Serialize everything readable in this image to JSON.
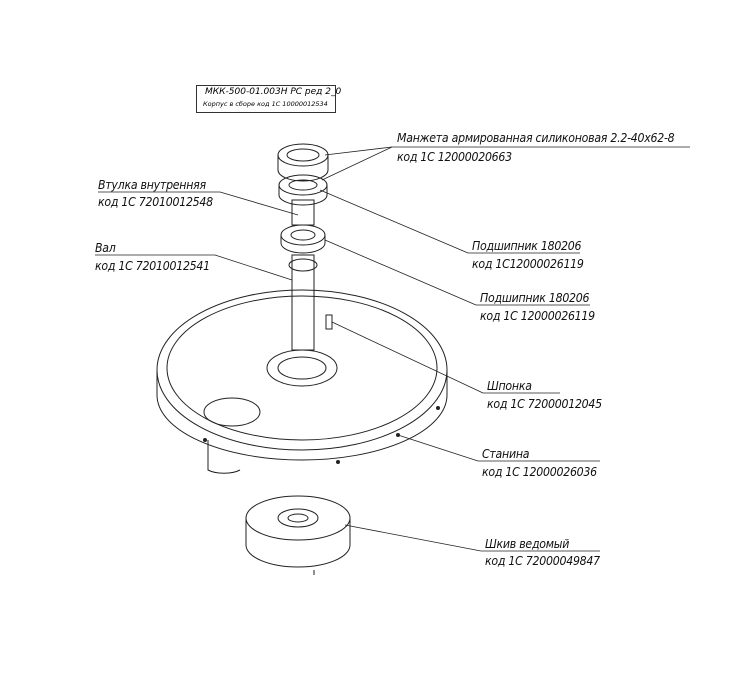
{
  "title_block": {
    "line1": "МКК-500-01.003Н РС ред 2_0",
    "line2": "Корпус в сборе код 1С 10000012534"
  },
  "callouts": [
    {
      "name": "Манжета армированная силиконовая 2.2-40х62-8",
      "code": "код 1С 12000020663"
    },
    {
      "name": "Втулка внутренняя",
      "code": "код 1С 72010012548"
    },
    {
      "name": "Вал",
      "code": "код 1С 72010012541"
    },
    {
      "name": "Подшипник 180206",
      "code": "код 1С12000026119"
    },
    {
      "name": "Подшипник 180206",
      "code": "код 1С 12000026119"
    },
    {
      "name": "Шпонка",
      "code": "код 1С 72000012045"
    },
    {
      "name": "Станина",
      "code": "код 1С 12000026036"
    },
    {
      "name": "Шкив ведомый",
      "code": "код 1С 72000049847"
    }
  ]
}
